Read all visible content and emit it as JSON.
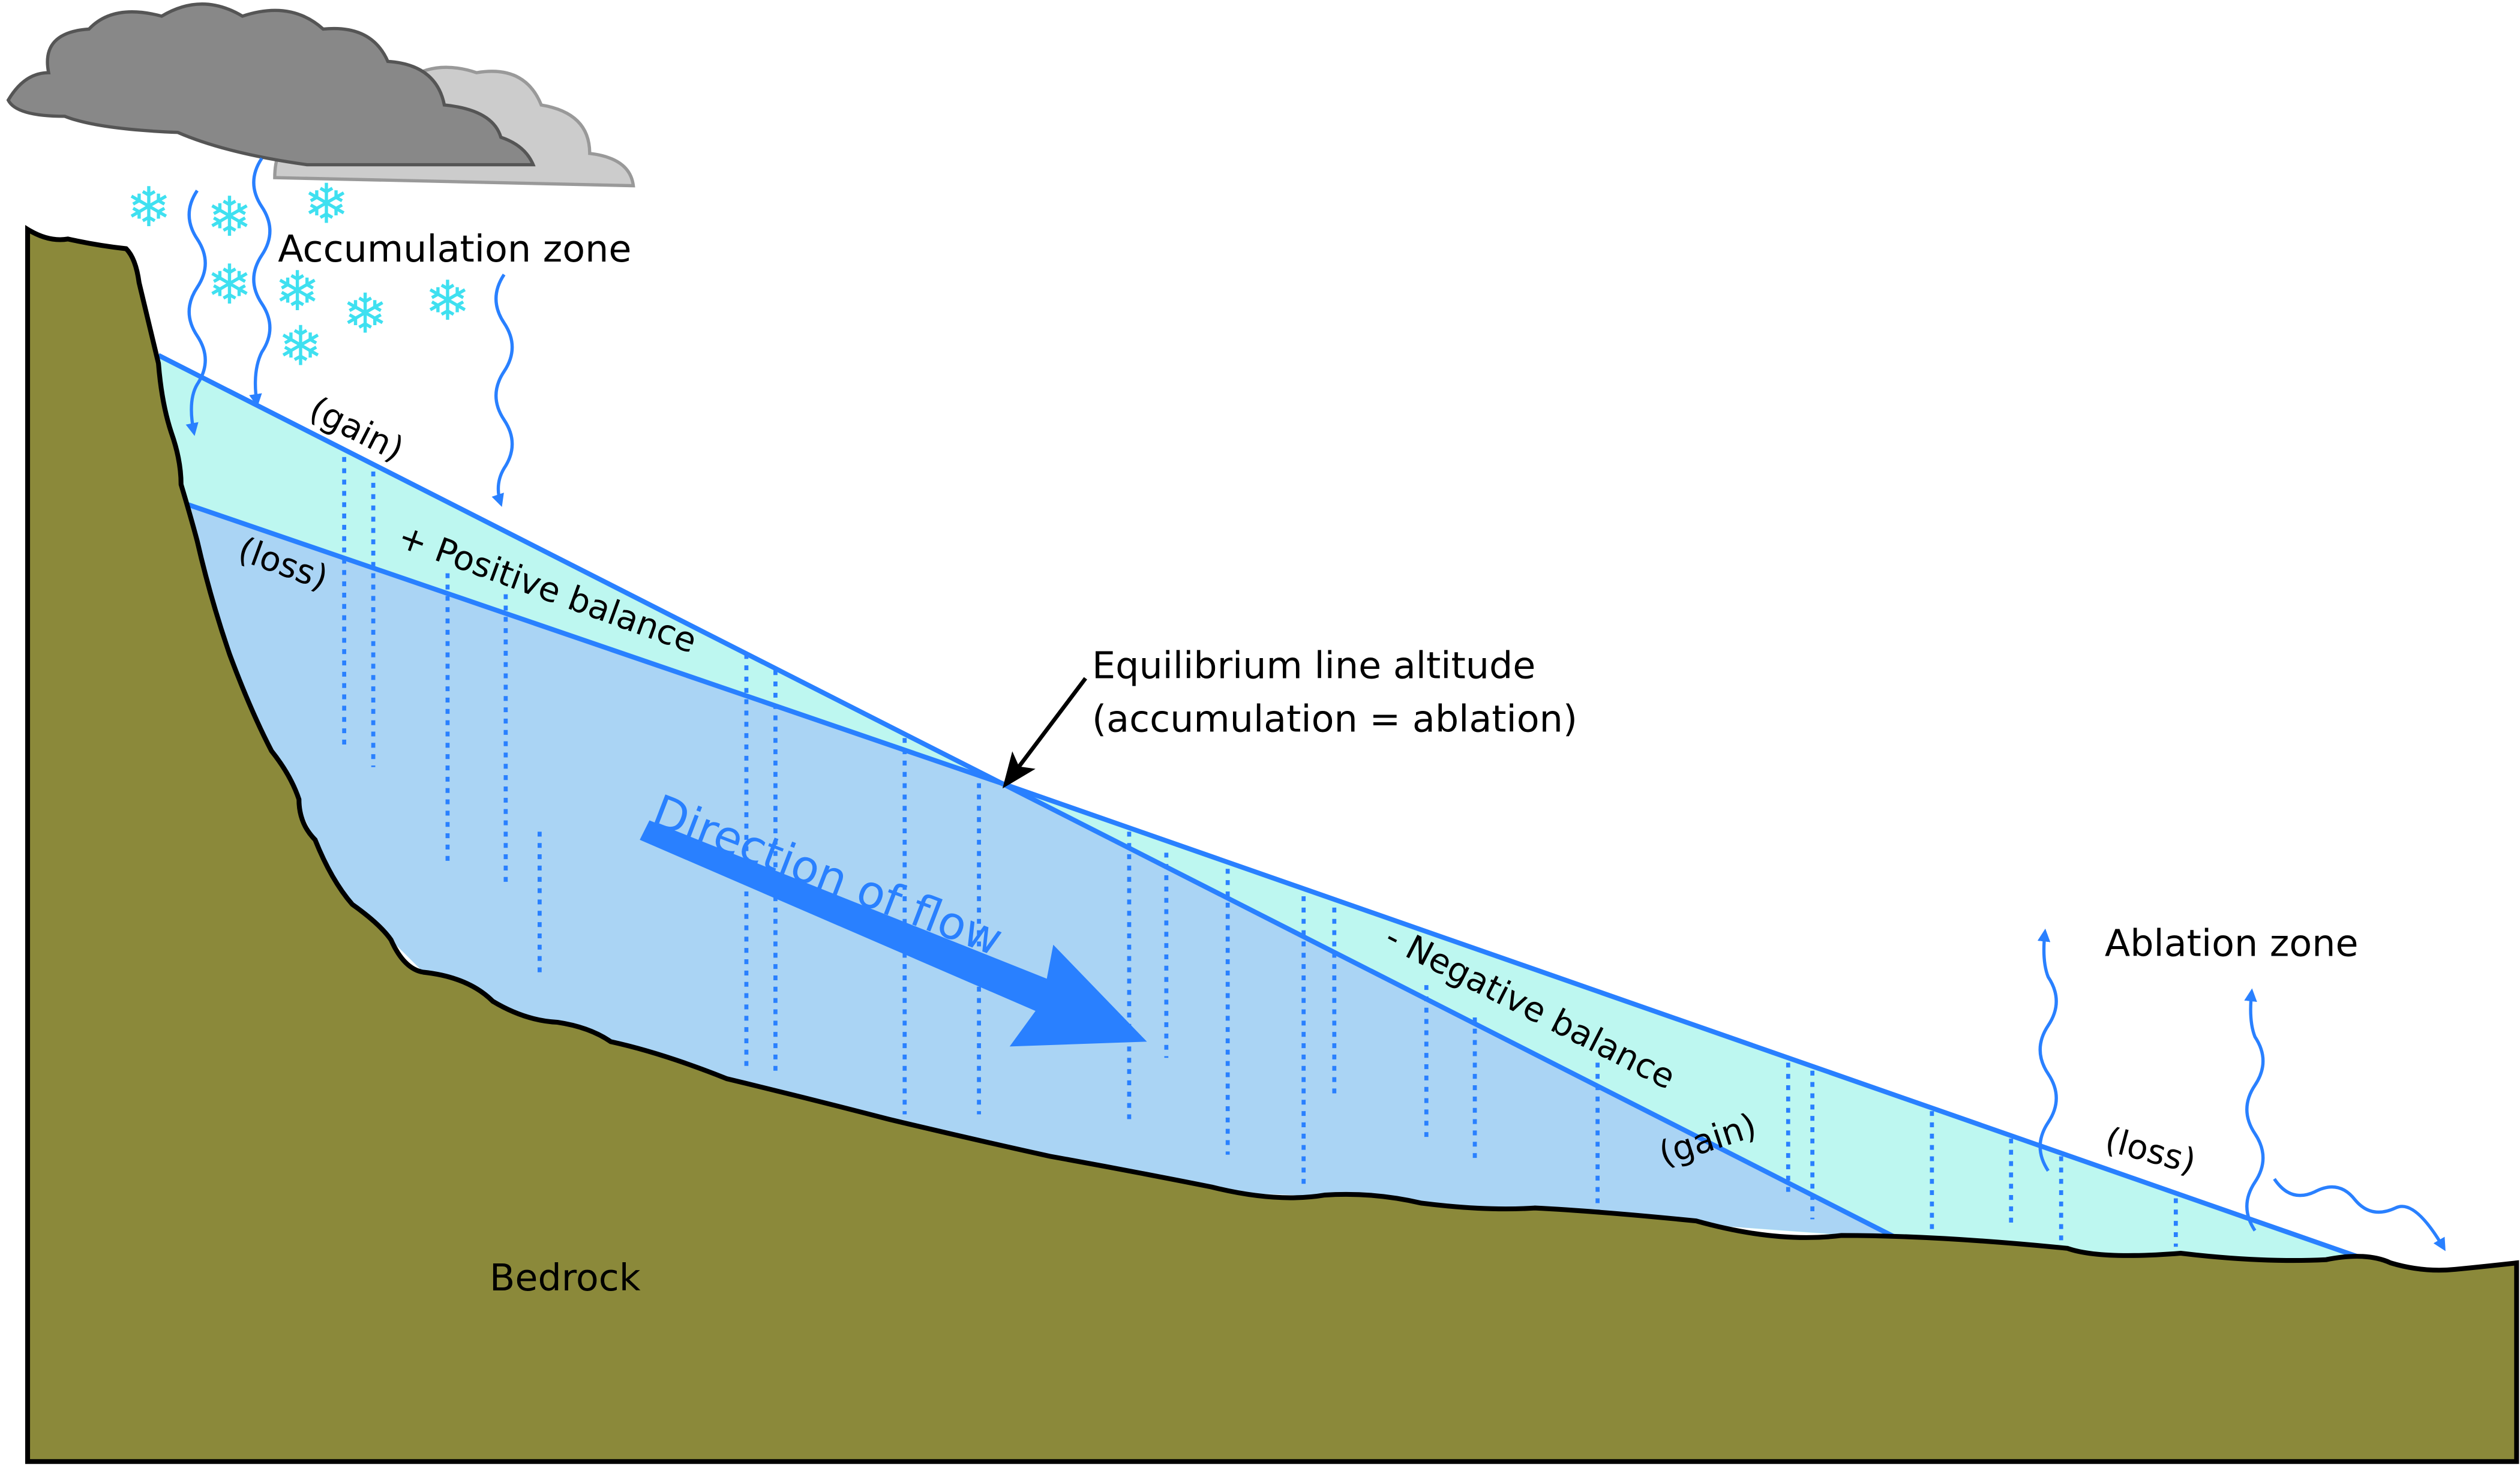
{
  "labels": {
    "accumulation_zone": "Accumulation zone",
    "gain_top": "(gain)",
    "loss_top": "(loss)",
    "positive_balance": "+ Positive balance",
    "ela_line1": "Equilibrium line altitude",
    "ela_line2": "(accumulation = ablation)",
    "direction_of_flow": "Direction of flow",
    "negative_balance": "- Negative balance",
    "gain_bottom": "(gain)",
    "loss_bottom": "(loss)",
    "ablation_zone": "Ablation zone",
    "bedrock": "Bedrock"
  },
  "colors": {
    "bedrock": "#8b893a",
    "accumulation_ice": "#bdf7f0",
    "glacier_ice": "#aad4f4",
    "flow_blue": "#2980ff",
    "cloud_dark": "#888888",
    "cloud_light": "#cccccc",
    "snow": "#3fe0f0"
  }
}
